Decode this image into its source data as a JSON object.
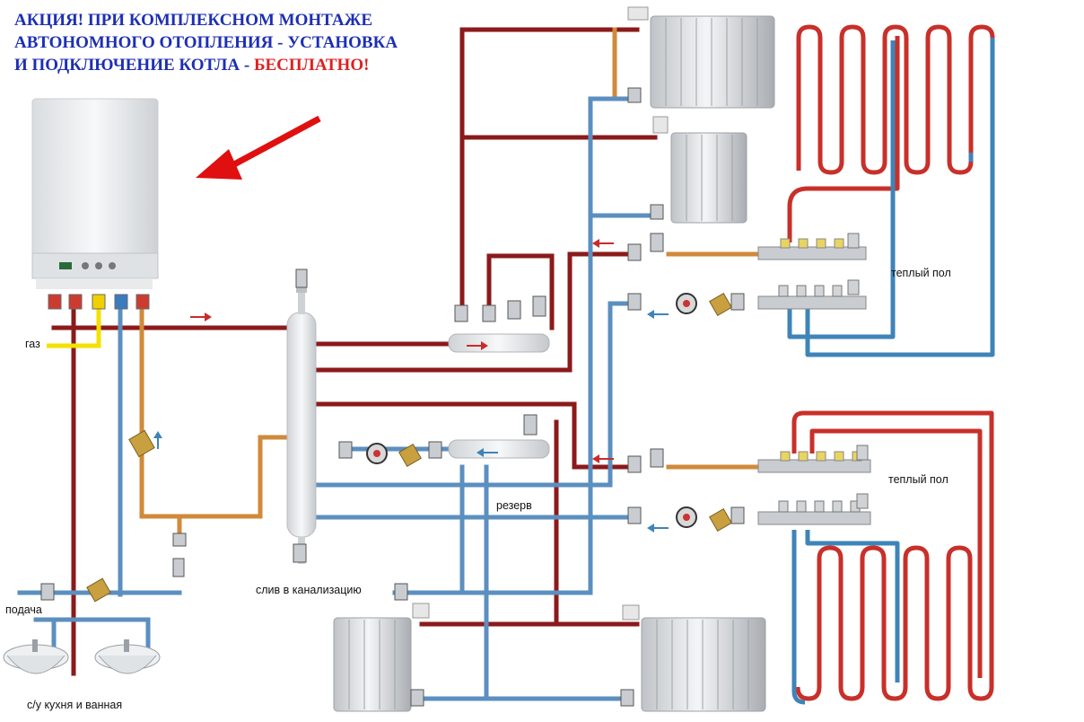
{
  "promo": {
    "line1": "АКЦИЯ! ПРИ КОМПЛЕКСНОМ МОНТАЖЕ",
    "line2": "АВТОНОМНОГО  ОТОПЛЕНИЯ -  УСТАНОВКА",
    "line3": "И ПОДКЛЮЧЕНИЕ КОТЛА - ",
    "highlight": "БЕСПЛАТНО!"
  },
  "labels": {
    "gas": "газ",
    "supply": "подача",
    "bathroom": "с/у кухня и  ванная",
    "reserve": "резерв",
    "drain": "слив в канализацию",
    "floor1": "теплый пол",
    "floor2": "теплый пол"
  },
  "colors": {
    "hot_pipe": "#8b1a1a",
    "cold_pipe": "#5b8fc0",
    "gas_pipe": "#f5e000",
    "dhw_pipe": "#d08a3a",
    "floor_red": "#c8302a",
    "floor_blue": "#3f84b8",
    "promo_text": "#1d2fb3",
    "promo_highlight": "#e02020",
    "arrow": "#e01010"
  },
  "icons": [
    "boiler-icon",
    "radiator-icon",
    "hydraulic-separator-icon",
    "manifold-icon",
    "circulation-pump-icon",
    "valve-icon",
    "sink-icon",
    "pointer-arrow-icon"
  ]
}
